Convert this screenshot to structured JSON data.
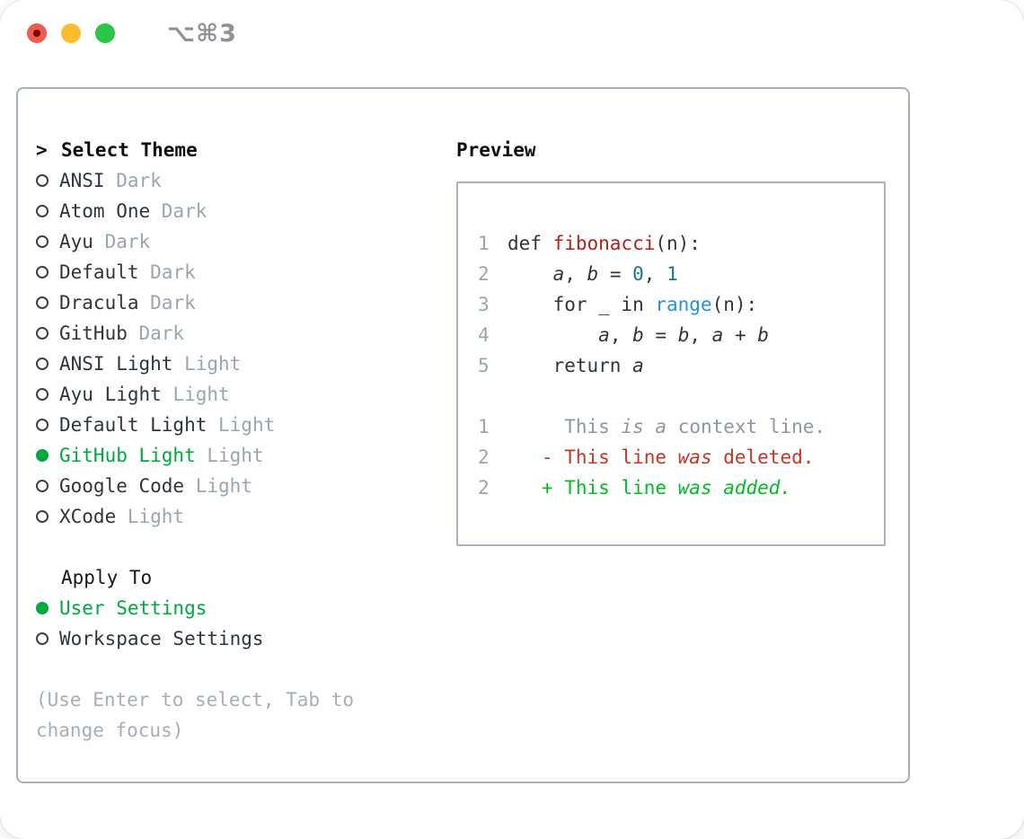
{
  "window": {
    "title": "⌥⌘3",
    "traffic_lights": [
      {
        "icon": "close-icon"
      },
      {
        "icon": "minimize-icon"
      },
      {
        "icon": "zoom-icon"
      }
    ]
  },
  "theme_picker": {
    "heading_prefix": ">",
    "heading": "Select Theme",
    "items": [
      {
        "name": "ANSI",
        "variant": "Dark",
        "selected": false
      },
      {
        "name": "Atom One",
        "variant": "Dark",
        "selected": false
      },
      {
        "name": "Ayu",
        "variant": "Dark",
        "selected": false
      },
      {
        "name": "Default",
        "variant": "Dark",
        "selected": false
      },
      {
        "name": "Dracula",
        "variant": "Dark",
        "selected": false
      },
      {
        "name": "GitHub",
        "variant": "Dark",
        "selected": false
      },
      {
        "name": "ANSI Light",
        "variant": "Light",
        "selected": false
      },
      {
        "name": "Ayu Light",
        "variant": "Light",
        "selected": false
      },
      {
        "name": "Default Light",
        "variant": "Light",
        "selected": false
      },
      {
        "name": "GitHub Light",
        "variant": "Light",
        "selected": true
      },
      {
        "name": "Google Code",
        "variant": "Light",
        "selected": false
      },
      {
        "name": "XCode",
        "variant": "Light",
        "selected": false
      }
    ]
  },
  "apply_to": {
    "heading": "Apply To",
    "options": [
      {
        "label": "User Settings",
        "selected": true
      },
      {
        "label": "Workspace Settings",
        "selected": false
      }
    ]
  },
  "hint": "(Use Enter to select, Tab to change focus)",
  "preview": {
    "heading": "Preview",
    "lines": [
      {
        "num": "1",
        "segments": [
          {
            "t": "def ",
            "c": "plain"
          },
          {
            "t": "fibonacci",
            "c": "func"
          },
          {
            "t": "(n):",
            "c": "plain"
          }
        ]
      },
      {
        "num": "2",
        "segments": [
          {
            "t": "    ",
            "c": "plain"
          },
          {
            "t": "a",
            "c": "var"
          },
          {
            "t": ", ",
            "c": "plain"
          },
          {
            "t": "b",
            "c": "var"
          },
          {
            "t": " = ",
            "c": "plain"
          },
          {
            "t": "0",
            "c": "num"
          },
          {
            "t": ", ",
            "c": "plain"
          },
          {
            "t": "1",
            "c": "num"
          }
        ]
      },
      {
        "num": "3",
        "segments": [
          {
            "t": "    for _ in ",
            "c": "plain"
          },
          {
            "t": "range",
            "c": "builtin"
          },
          {
            "t": "(n):",
            "c": "plain"
          }
        ]
      },
      {
        "num": "4",
        "segments": [
          {
            "t": "        ",
            "c": "plain"
          },
          {
            "t": "a",
            "c": "var"
          },
          {
            "t": ", ",
            "c": "plain"
          },
          {
            "t": "b",
            "c": "var"
          },
          {
            "t": " = ",
            "c": "plain"
          },
          {
            "t": "b",
            "c": "var"
          },
          {
            "t": ", ",
            "c": "plain"
          },
          {
            "t": "a",
            "c": "var"
          },
          {
            "t": " + ",
            "c": "plain"
          },
          {
            "t": "b",
            "c": "var"
          }
        ]
      },
      {
        "num": "5",
        "segments": [
          {
            "t": "    return ",
            "c": "plain"
          },
          {
            "t": "a",
            "c": "var"
          }
        ]
      },
      {
        "num": "",
        "segments": []
      },
      {
        "num": "1",
        "segments": [
          {
            "t": "     This ",
            "c": "context"
          },
          {
            "t": "is",
            "c": "context-it"
          },
          {
            "t": " ",
            "c": "context"
          },
          {
            "t": "a",
            "c": "context-it"
          },
          {
            "t": " context line.",
            "c": "context"
          }
        ]
      },
      {
        "num": "2",
        "segments": [
          {
            "t": "   - This line ",
            "c": "del"
          },
          {
            "t": "was",
            "c": "del-it"
          },
          {
            "t": " deleted.",
            "c": "del"
          }
        ]
      },
      {
        "num": "2",
        "segments": [
          {
            "t": "   + This line ",
            "c": "add"
          },
          {
            "t": "was added.",
            "c": "add-it"
          }
        ]
      }
    ]
  },
  "colors": {
    "selection_green": "#00a93e",
    "added_green": "#00bd26",
    "deleted_red": "#c83426",
    "function_red": "#b0211e",
    "number_teal": "#147a82",
    "builtin_blue": "#2494d3",
    "muted_gray": "#9aa5b1",
    "text_dark": "#2f353c",
    "panel_border": "#a6b0ba"
  }
}
